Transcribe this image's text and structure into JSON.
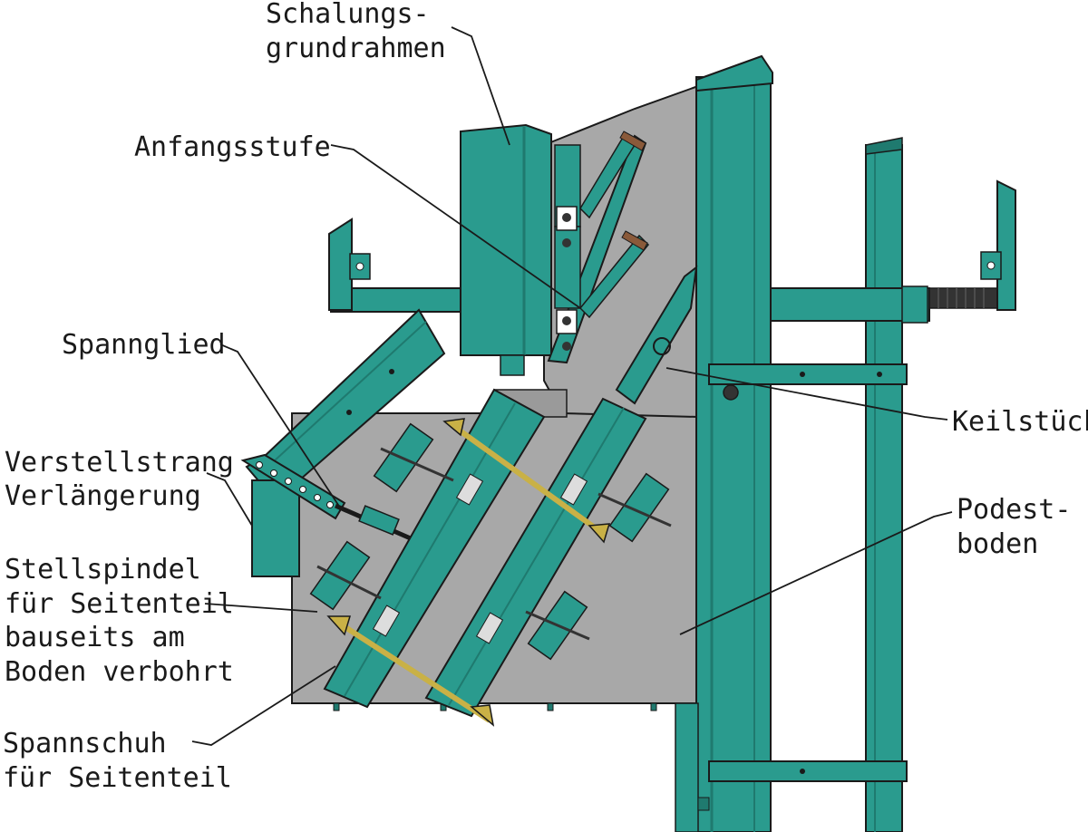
{
  "labels": {
    "schalungsgrundrahmen": [
      "Schalungs-",
      "grundrahmen"
    ],
    "anfangsstufe": [
      "Anfangsstufe"
    ],
    "spannglied": [
      "Spannglied"
    ],
    "verstellstrang": [
      "Verstellstrang",
      "Verlängerung"
    ],
    "stellspindel": [
      "Stellspindel",
      "für Seitenteil",
      "bauseits am",
      "Boden verbohrt"
    ],
    "spannschuh": [
      "Spannschuh",
      "für Seitenteil"
    ],
    "keilstueck": [
      "Keilstück"
    ],
    "podestboden": [
      "Podest-",
      "boden"
    ]
  },
  "colors": {
    "steel": "#2a9b8e",
    "steel_dark": "#1f7a6f",
    "floor": "#a8a8a8",
    "floor_dark": "#8a8a8a",
    "rod": "#c9b146",
    "wood": "#8a5a3a",
    "outline": "#1a1a1a"
  }
}
